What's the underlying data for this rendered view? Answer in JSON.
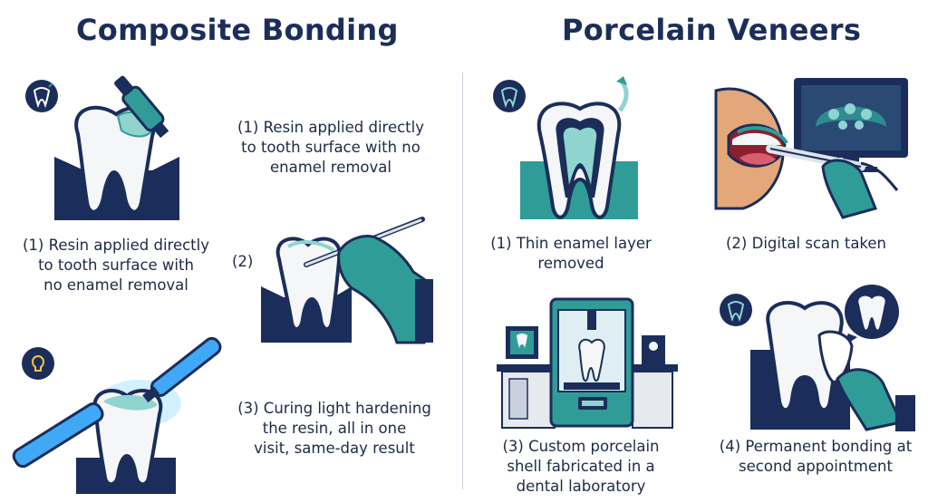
{
  "left_panel": {
    "title": "Composite Bonding",
    "step1_caption_a": "(1) Resin applied directly\nto tooth surface with\nno enamel removal",
    "step1_caption_b": "(1) Resin applied directly\nto tooth surface with no\nenamel removal",
    "step2_label": "(2)",
    "step3_caption": "(3) Curing light hardening\nthe resin, all in one\nvisit, same-day result"
  },
  "right_panel": {
    "title": "Porcelain Veneers",
    "step1_caption": "(1) Thin enamel layer\nremoved",
    "step2_caption": "(2) Digital scan taken",
    "step3_caption": "(3) Custom porcelain\nshell fabricated in a\ndental laboratory",
    "step4_caption": "(4) Permanent bonding at\nsecond appointment"
  },
  "icons": [
    "tooth-badge-icon",
    "lightbulb-icon"
  ],
  "colors": {
    "navy": "#1b2d5a",
    "teal": "#2f9c98",
    "teal_light": "#8fd4cf",
    "tooth": "#f4f6f7",
    "light_blue": "#3fa9f5"
  }
}
